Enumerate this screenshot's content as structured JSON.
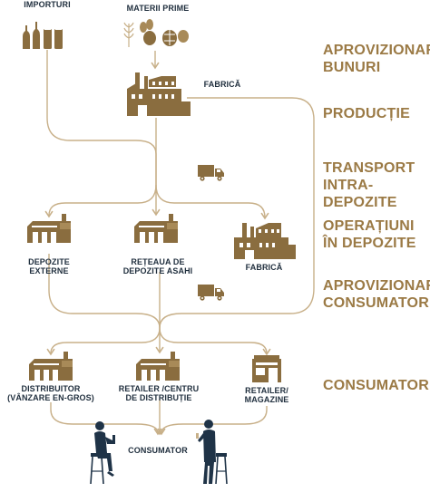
{
  "colors": {
    "accent": "#9b7a45",
    "line": "#c8b089",
    "icon": "#8a6d3f",
    "text": "#1f2e3d",
    "person": "#1f3347"
  },
  "nodes": {
    "imports": {
      "label": "IMPORTURI",
      "icon": "bottles-cans-icon"
    },
    "raw_materials": {
      "label": "MATERII PRIME",
      "icon": "grain-hops-icon"
    },
    "factory_top": {
      "label": "FABRICĂ",
      "icon": "factory-icon"
    },
    "external_warehouses": {
      "label": "DEPOZITE\nEXTERNE",
      "icon": "warehouse-icon"
    },
    "asahi_network": {
      "label": "REȚEAUA DE\nDEPOZITE ASAHI",
      "icon": "warehouse-icon"
    },
    "factory_mid": {
      "label": "FABRICĂ",
      "icon": "factory-icon"
    },
    "distributor": {
      "label": "DISTRIBUITOR\n(VÂNZARE EN-GROS)",
      "icon": "warehouse-icon"
    },
    "retailer_center": {
      "label": "RETAILER /CENTRU\nDE DISTRIBUȚIE",
      "icon": "warehouse-icon"
    },
    "retailer_store": {
      "label": "RETAILER/\nMAGAZINE",
      "icon": "store-icon"
    },
    "consumer": {
      "label": "CONSUMATOR",
      "icon": "people-drinking-icon"
    }
  },
  "stages": [
    "APROVIZIONARE\nBUNURI",
    "PRODUCȚIE",
    "TRANSPORT\nINTRA-DEPOZITE",
    "OPERAȚIUNI\nÎN DEPOZITE",
    "APROVIZIONARE\nCONSUMATOR",
    "CONSUMATOR"
  ]
}
